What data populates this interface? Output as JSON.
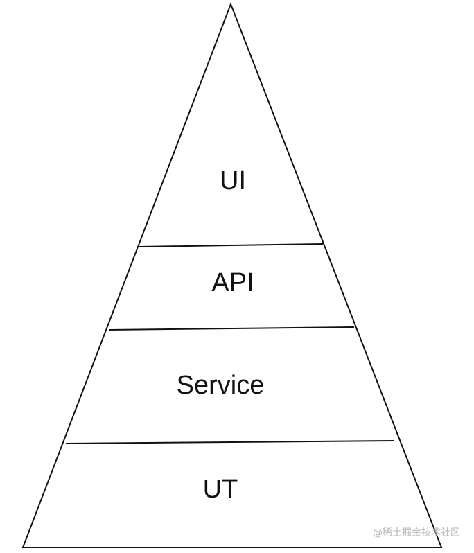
{
  "diagram": {
    "layers": [
      {
        "label": "UI"
      },
      {
        "label": "API"
      },
      {
        "label": "Service"
      },
      {
        "label": "UT"
      }
    ]
  },
  "watermark": "@稀土掘金技术社区",
  "colors": {
    "line": "#111111",
    "background": "#ffffff",
    "watermark": "#b7b7b7"
  }
}
